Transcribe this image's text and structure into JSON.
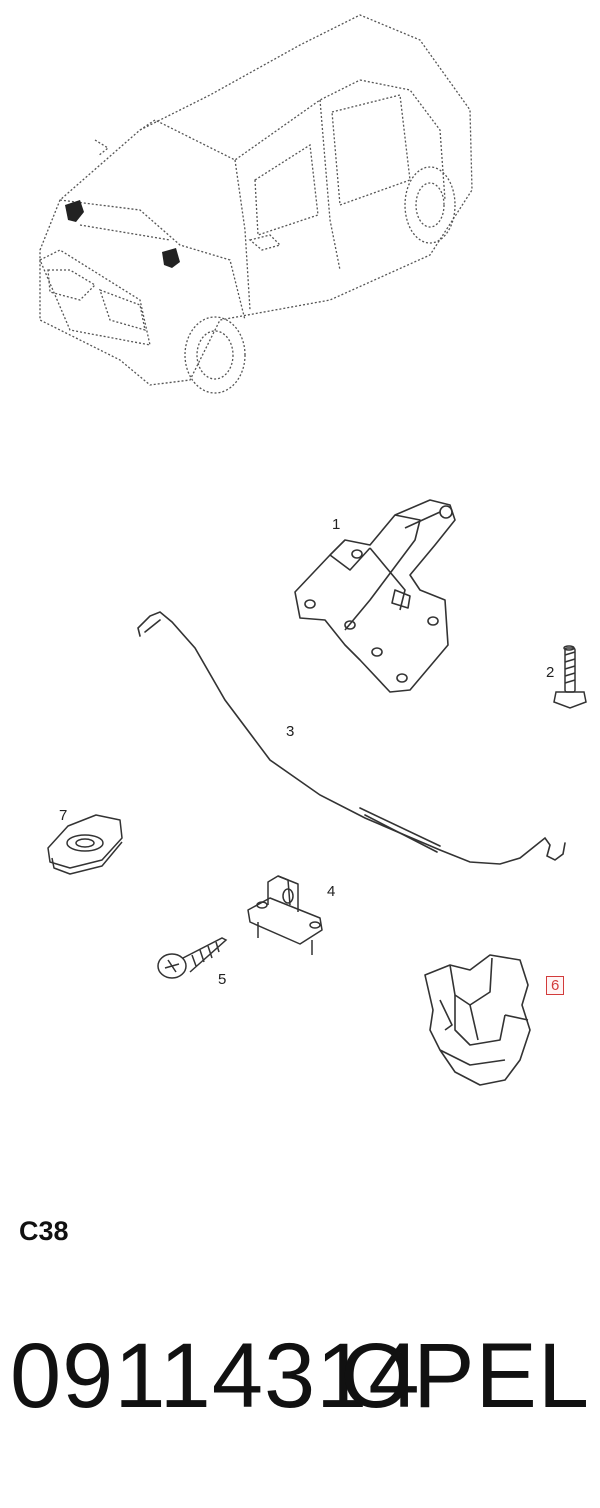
{
  "callouts": {
    "c1": "1",
    "c2": "2",
    "c3": "3",
    "c4": "4",
    "c5": "5",
    "c6": "6",
    "c7": "7"
  },
  "highlighted_callout": "6",
  "section_code": "C38",
  "part_number": "09114314",
  "brand": "OPEL",
  "colors": {
    "line": "#333333",
    "highlight": "#d23b3b"
  }
}
